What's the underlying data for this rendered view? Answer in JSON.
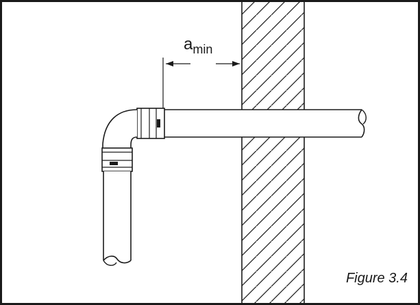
{
  "dimension_label": {
    "symbol": "a",
    "subscript": "min"
  },
  "caption": "Figure 3.4"
}
